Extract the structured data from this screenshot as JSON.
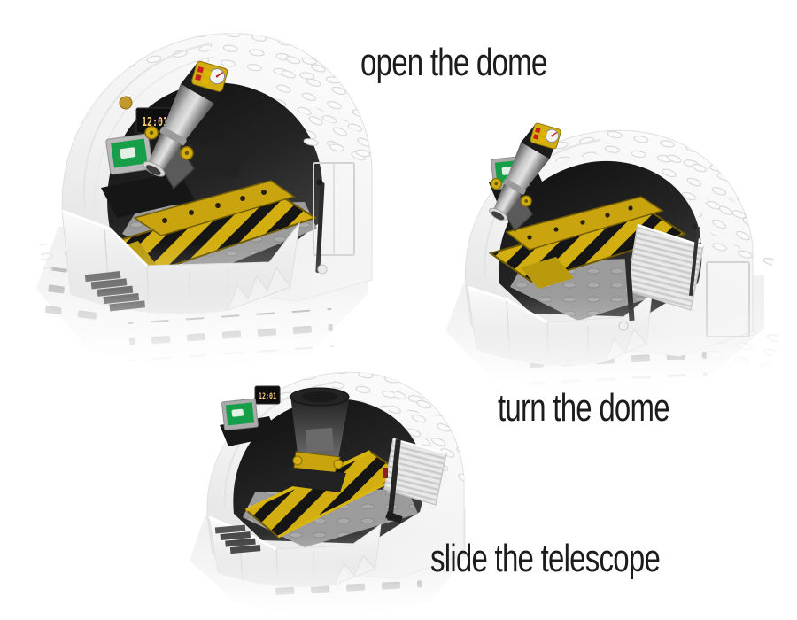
{
  "page": {
    "background": "#ffffff"
  },
  "captions": {
    "open": "open the dome",
    "turn": "turn the dome",
    "slide": "slide the telescope"
  },
  "scene": {
    "clock_display": "12:01"
  },
  "colors": {
    "caption_text": "#1c1c1c",
    "brick_white": "#f2f2f2",
    "interior_dark": "#141414",
    "lego_yellow": "#c9a40e",
    "hazard_yellow": "#d2ae10",
    "hazard_black": "#151515",
    "screen_green": "#169e48",
    "clock_digits": "#ffca7a",
    "telescope_gray": "#8f8f8f"
  }
}
